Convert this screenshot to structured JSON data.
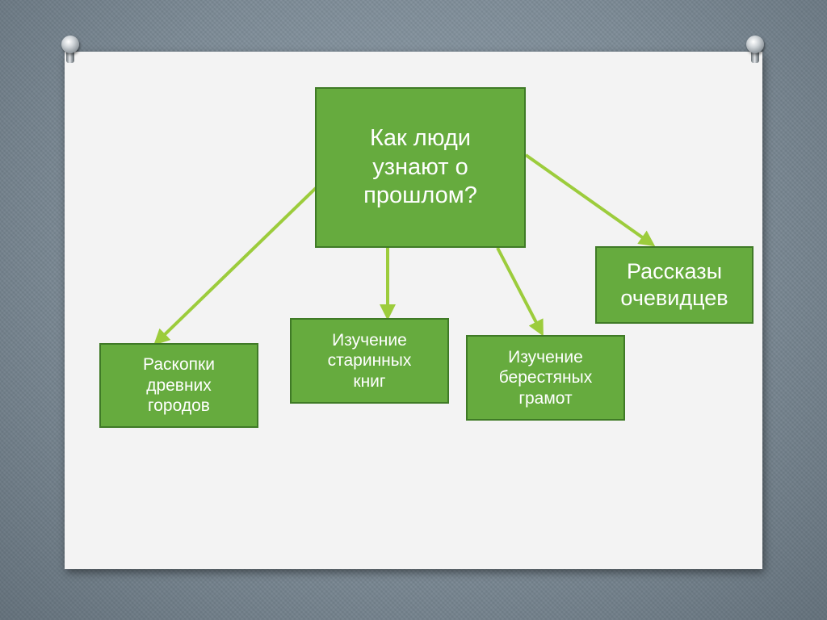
{
  "colors": {
    "node_fill": "#66ab3e",
    "node_border": "#3f7a26",
    "arrow": "#9ccc3c",
    "text": "#ffffff",
    "board": "#f3f3f3"
  },
  "diagram": {
    "root": "Как люди\nузнают о\nпрошлом?",
    "children": [
      {
        "id": "dig",
        "label": "Раскопки\nдревних\nгородов"
      },
      {
        "id": "books",
        "label": "Изучение\nстаринных\nкниг"
      },
      {
        "id": "birch",
        "label": "Изучение\nберестяных\nграмот"
      },
      {
        "id": "witness",
        "label": "Рассказы\nочевидцев"
      }
    ],
    "edges": [
      {
        "from": "root",
        "to": "dig"
      },
      {
        "from": "root",
        "to": "books"
      },
      {
        "from": "root",
        "to": "birch"
      },
      {
        "from": "root",
        "to": "witness"
      }
    ]
  },
  "icons": [
    "pushpin-icon",
    "pushpin-icon"
  ]
}
